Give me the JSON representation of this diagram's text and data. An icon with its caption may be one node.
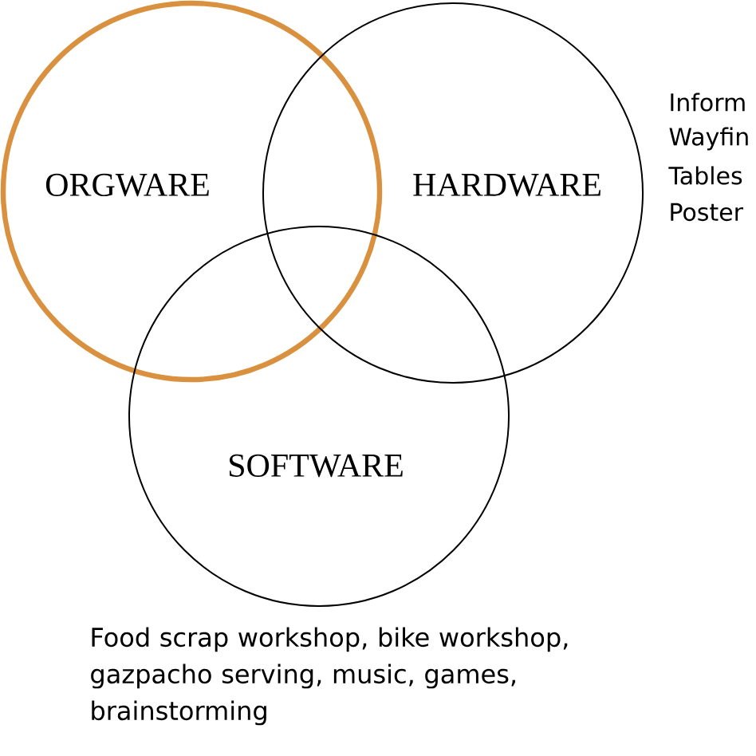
{
  "diagram": {
    "nodes": [
      {
        "text": [
          "ORGWARE"
        ]
      },
      {
        "text": [
          "HARDWARE"
        ]
      },
      {
        "text": [
          "SOFTWARE"
        ]
      }
    ],
    "labels": [
      "Inform",
      "Wayfin",
      "Tables",
      "Poster",
      "Food scrap workshop, bike workshop, gazpacho serving, music, games, brainstorming"
    ]
  }
}
